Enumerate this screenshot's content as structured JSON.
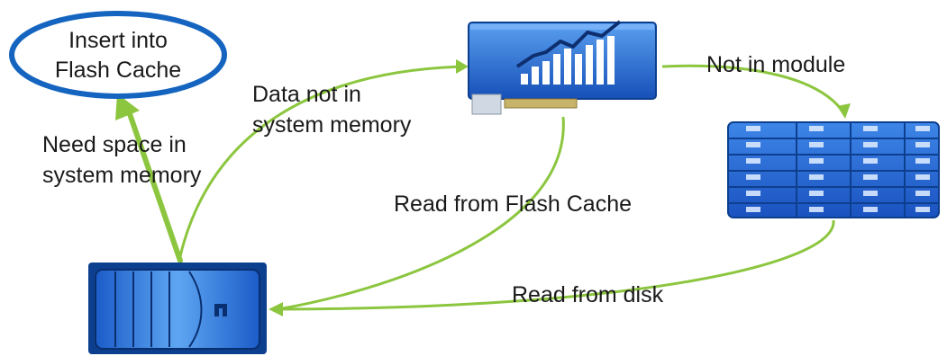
{
  "nodes": {
    "flash_cache_target": {
      "line1": "Insert into",
      "line2": "Flash Cache",
      "icon": "ellipse-outline"
    },
    "flash_card": {
      "icon": "pcie-flash-card-icon"
    },
    "disk_shelf": {
      "icon": "disk-shelf-icon"
    },
    "controller": {
      "icon": "storage-controller-icon"
    }
  },
  "edges": {
    "data_not_in_memory": {
      "line1": "Data not in",
      "line2": "system memory"
    },
    "need_space": {
      "line1": "Need space in",
      "line2": "system memory"
    },
    "not_in_module": {
      "label": "Not in module"
    },
    "read_flash": {
      "label": "Read from Flash Cache"
    },
    "read_disk": {
      "label": "Read from disk"
    }
  },
  "colors": {
    "arrow": "#8cc63f",
    "ellipse": "#1565c0",
    "device_blue": "#1f6fd1",
    "device_dark": "#0d3f8f"
  }
}
